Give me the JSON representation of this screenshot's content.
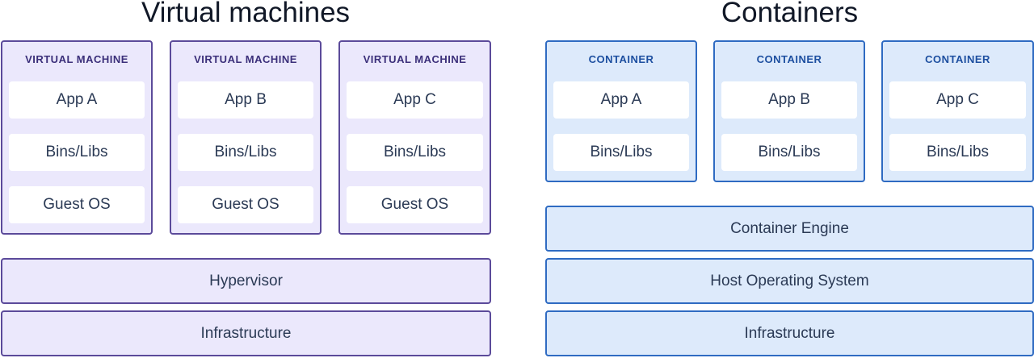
{
  "vm": {
    "title": "Virtual machines",
    "cards": [
      {
        "label": "VIRTUAL MACHINE",
        "layers": [
          "App A",
          "Bins/Libs",
          "Guest OS"
        ]
      },
      {
        "label": "VIRTUAL MACHINE",
        "layers": [
          "App B",
          "Bins/Libs",
          "Guest OS"
        ]
      },
      {
        "label": "VIRTUAL MACHINE",
        "layers": [
          "App C",
          "Bins/Libs",
          "Guest OS"
        ]
      }
    ],
    "hypervisor": "Hypervisor",
    "infrastructure": "Infrastructure"
  },
  "containers": {
    "title": "Containers",
    "cards": [
      {
        "label": "CONTAINER",
        "layers": [
          "App A",
          "Bins/Libs"
        ]
      },
      {
        "label": "CONTAINER",
        "layers": [
          "App B",
          "Bins/Libs"
        ]
      },
      {
        "label": "CONTAINER",
        "layers": [
          "App C",
          "Bins/Libs"
        ]
      }
    ],
    "engine": "Container Engine",
    "host_os": "Host Operating System",
    "infrastructure": "Infrastructure"
  },
  "colors": {
    "vm_fill": "#ebe8fc",
    "vm_border": "#5b4a9a",
    "container_fill": "#ddeafb",
    "container_border": "#2f6bc2"
  }
}
